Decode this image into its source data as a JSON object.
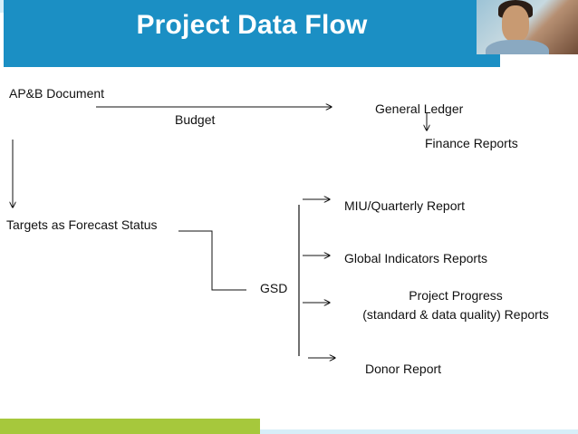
{
  "title": "Project Data Flow",
  "nodes": {
    "apb_document": "AP&B Document",
    "budget": "Budget",
    "general_ledger": "General Ledger",
    "finance_reports": "Finance Reports",
    "targets_forecast": "Targets as Forecast Status",
    "gsd": "GSD",
    "miu_report": "MIU/Quarterly Report",
    "global_indicators": "Global Indicators Reports",
    "project_progress_line1": "Project Progress",
    "project_progress_line2": "(standard & data quality) Reports",
    "donor_report": "Donor Report"
  },
  "colors": {
    "header": "#1b8fc4",
    "header_light": "#d7eef8",
    "accent_green": "#a6c83c"
  }
}
